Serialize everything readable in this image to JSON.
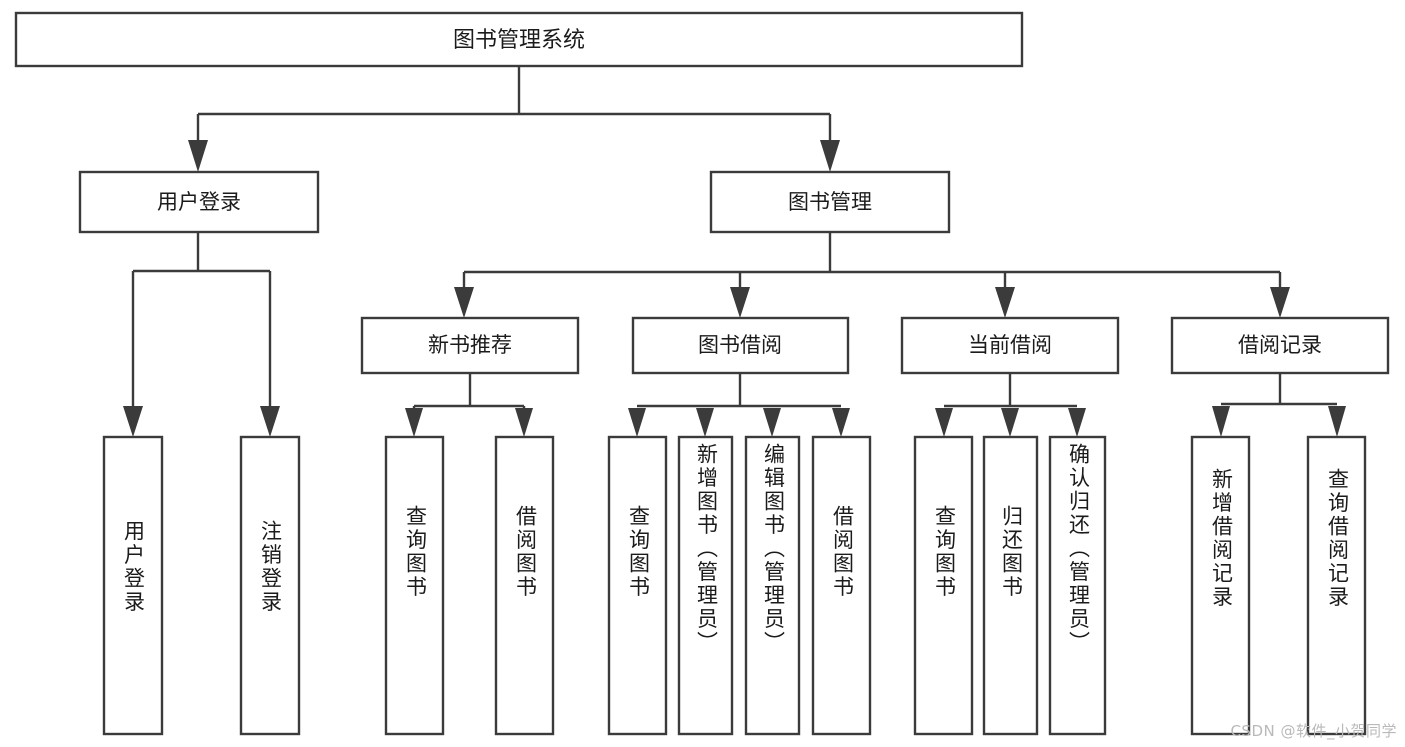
{
  "diagram": {
    "kind": "functional-structure-tree",
    "title": "图书管理系统",
    "stroke_color": "#3b3b3b",
    "fill_color": "#ffffff",
    "text_color": "#1b1b1b",
    "background": "#ffffff"
  },
  "root": {
    "label": "图书管理系统"
  },
  "level2": [
    {
      "label": "用户登录"
    },
    {
      "label": "图书管理"
    }
  ],
  "level3": [
    {
      "label": "新书推荐"
    },
    {
      "label": "图书借阅"
    },
    {
      "label": "当前借阅"
    },
    {
      "label": "借阅记录"
    }
  ],
  "leaves": {
    "user_login": [
      {
        "label": "用户登录"
      },
      {
        "label": "注销登录"
      }
    ],
    "new_book_recommend": [
      {
        "label": "查询图书"
      },
      {
        "label": "借阅图书"
      }
    ],
    "book_borrow": [
      {
        "label": "查询图书"
      },
      {
        "label": "新增图书（管理员）"
      },
      {
        "label": "编辑图书（管理员）"
      },
      {
        "label": "借阅图书"
      }
    ],
    "current_borrow": [
      {
        "label": "查询图书"
      },
      {
        "label": "归还图书"
      },
      {
        "label": "确认归还（管理员）"
      }
    ],
    "borrow_records": [
      {
        "label": "新增借阅记录"
      },
      {
        "label": "查询借阅记录"
      }
    ]
  },
  "watermark": {
    "text": "CSDN @软件_小贺同学"
  }
}
